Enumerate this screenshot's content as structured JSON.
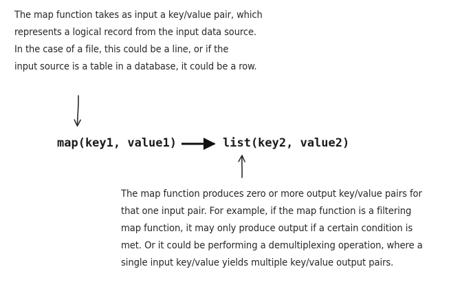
{
  "top_note": {
    "lines": [
      "The map function takes as input a key/value pair, which",
      "represents a logical record from the input data source.",
      "In the case of a file, this could be a line, or if the",
      "input source is a table in a database, it could be a row."
    ]
  },
  "signature": {
    "input": "map(key1, value1)",
    "output": "list(key2, value2)"
  },
  "bottom_note": {
    "lines": [
      "The map function produces zero or more output key/value pairs for",
      "that one input pair. For example, if the map function is a filtering",
      "map function, it may only produce output if a certain condition is",
      "met. Or it could be performing a demultiplexing operation, where a",
      "single input key/value yields multiple key/value output pairs."
    ]
  },
  "colors": {
    "ink": "#262626",
    "background": "#ffffff"
  }
}
